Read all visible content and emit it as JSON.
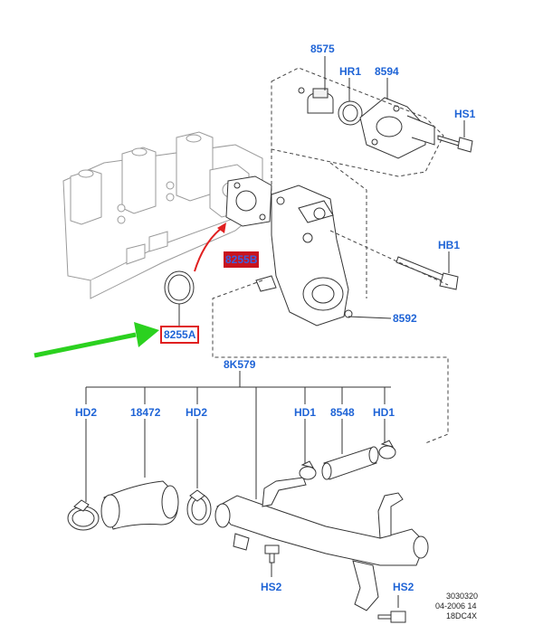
{
  "labels": {
    "p8575": "8575",
    "hr1": "HR1",
    "p8594": "8594",
    "hs1": "HS1",
    "hb1": "HB1",
    "p8255b": "8255B",
    "p8592": "8592",
    "p8255a": "8255A",
    "p8k579": "8K579",
    "hd2_left": "HD2",
    "p18472": "18472",
    "hd2_mid": "HD2",
    "hd1_left": "HD1",
    "p8548": "8548",
    "hd1_right": "HD1",
    "hs2_left": "HS2",
    "hs2_right": "HS2"
  },
  "reference": {
    "line1": "3030320",
    "line2": "04-2006 14",
    "line3": "18DC4X"
  },
  "colors": {
    "label_blue": "#1f64d6",
    "highlight_red": "#e02020",
    "arrow_green": "#2bd11f",
    "line": "#333333"
  }
}
